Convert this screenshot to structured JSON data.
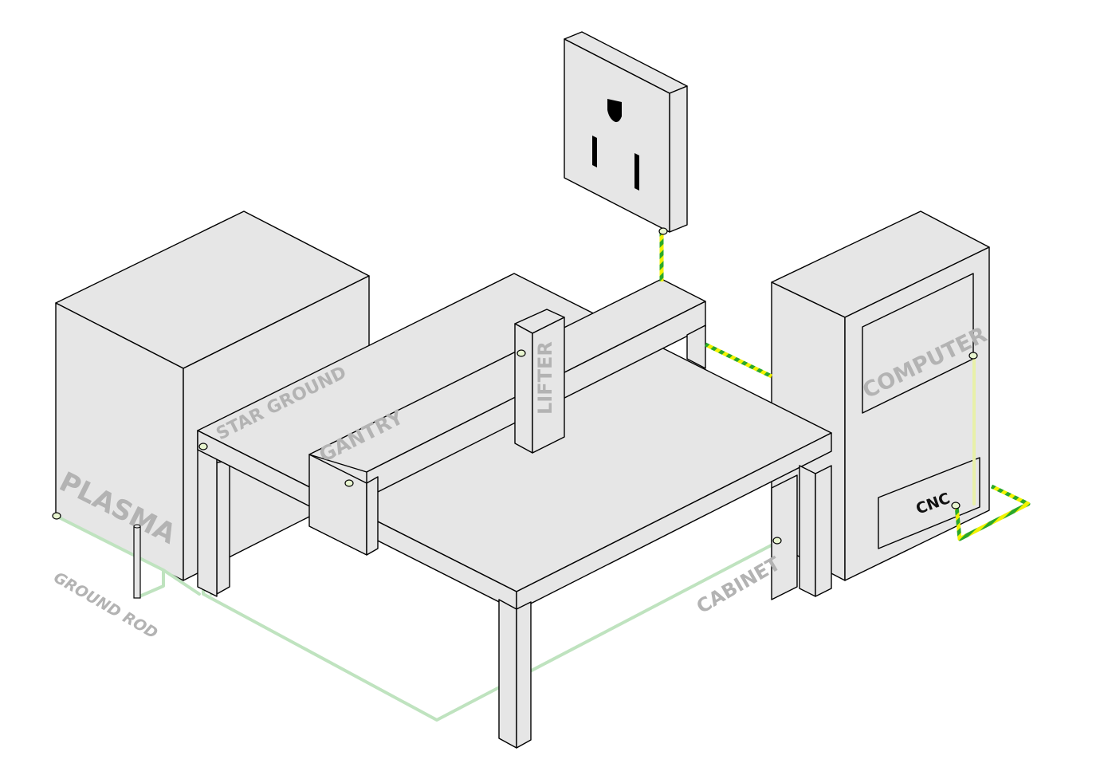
{
  "labels": {
    "plasma": "PLASMA",
    "star_ground": "STAR GROUND",
    "gantry": "GANTRY",
    "lifter": "LIFTER",
    "computer": "COMPUTER",
    "cnc": "CNC",
    "cabinet": "CABINET",
    "ground_rod": "GROUND ROD"
  },
  "colors": {
    "box_fill": "#e6e6e6",
    "outline": "#000000",
    "ground_wire_light": "#bfe3bf",
    "earth_green": "#2aa82a",
    "earth_yellow": "#f2f200",
    "label_dim": "#b3b3b3"
  }
}
